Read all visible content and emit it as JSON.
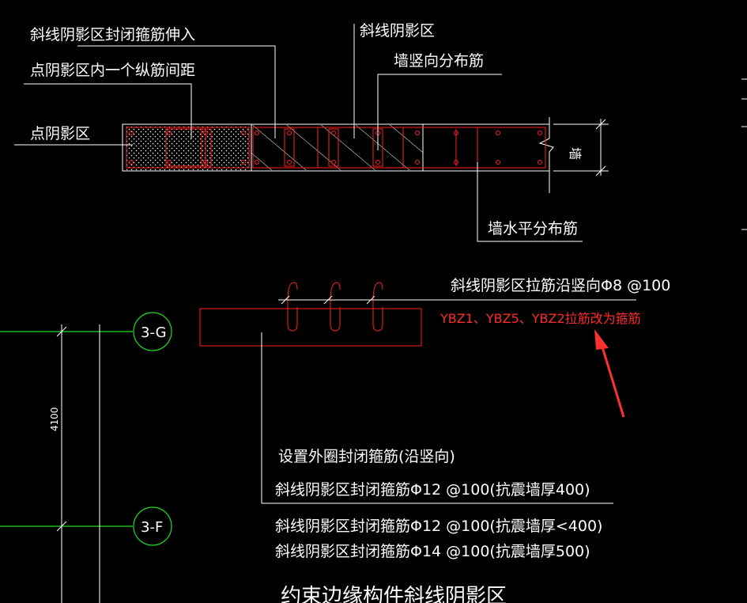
{
  "labels": {
    "l1": "斜线阴影区封闭箍筋伸入",
    "l2": "点阴影区内一个纵筋间距",
    "l3": "点阴影区",
    "l4": "斜线阴影区",
    "l5": "墙竖向分布筋",
    "l6": "墙水平分布筋",
    "l7": "墙",
    "l8": "斜线阴影区拉筋沿竖向Φ8 @100",
    "l9": "YBZ1、YBZ5、YBZ2拉筋改为箍筋",
    "l10": "设置外圈封闭箍筋(沿竖向)",
    "l11": "斜线阴影区封闭箍筋Φ12 @100(抗震墙厚400)",
    "l12": "斜线阴影区封闭箍筋Φ12 @100(抗震墙厚<400)",
    "l13": "斜线阴影区封闭箍筋Φ14 @100(抗震墙厚500)",
    "l14": "约束边缘构件斜线阴影区"
  },
  "axes": {
    "g": "3-G",
    "f": "3-F",
    "dim": "4100"
  },
  "colors": {
    "background": "#000000",
    "line": "#ffffff",
    "rebar": "#ff2020",
    "axis": "#22dd22",
    "annotation": "#ff2a2a"
  }
}
